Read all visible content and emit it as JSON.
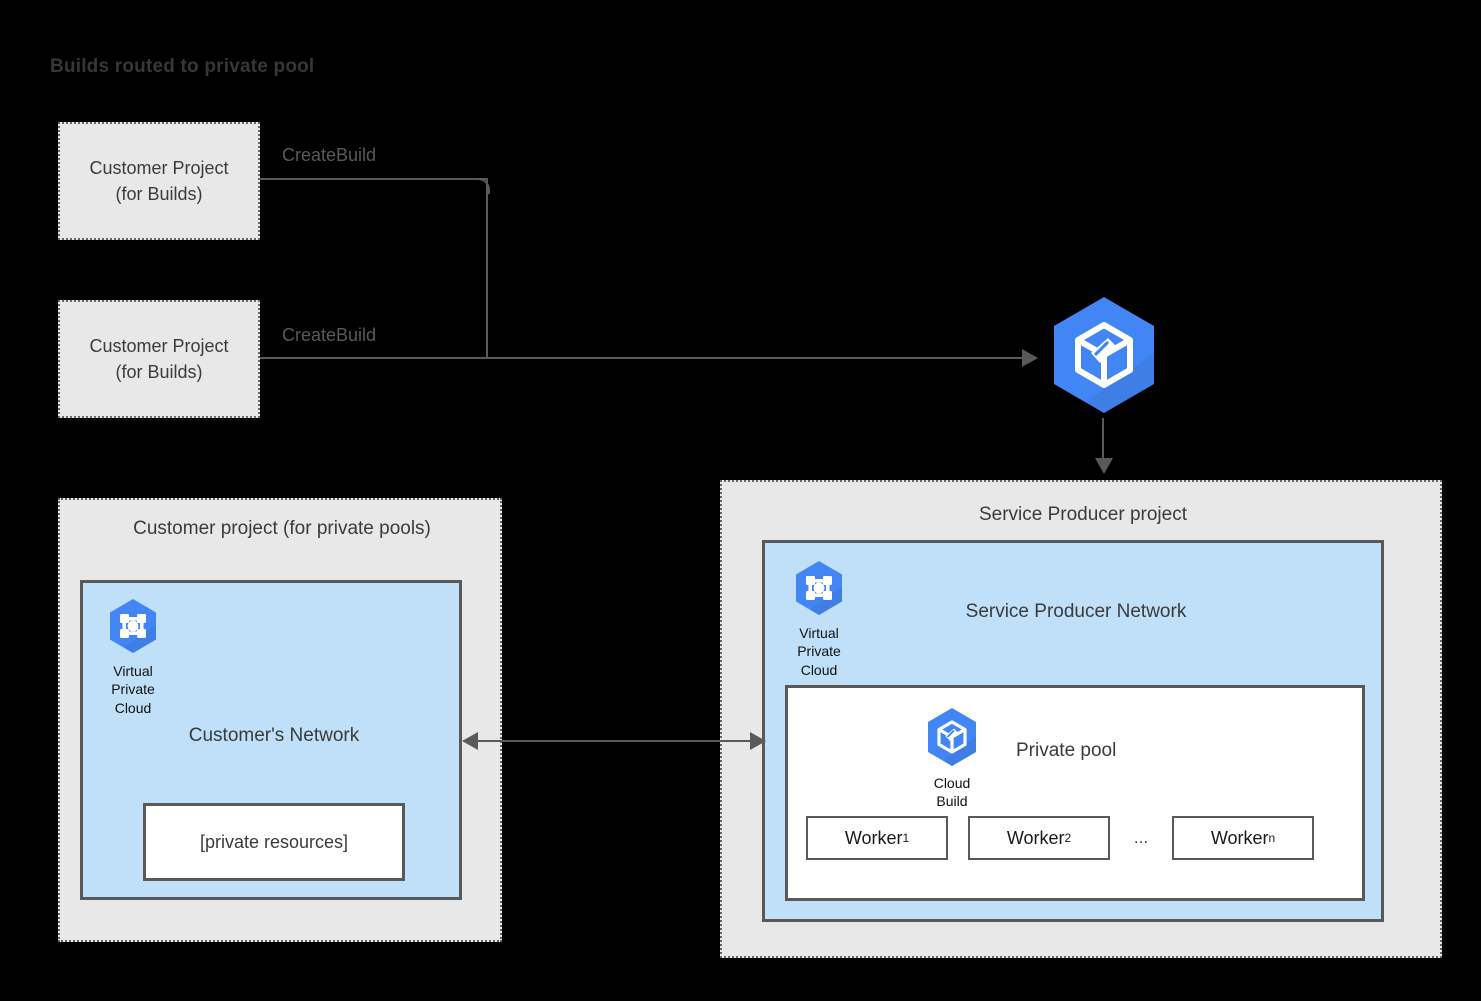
{
  "title": "Builds routed to private pool",
  "colors": {
    "background": "#000000",
    "project_fill": "#e8e8e8",
    "network_fill": "#bfe0f8",
    "border": "#595959",
    "google_blue": "#4285f4",
    "google_blue_shade": "#3c78d8",
    "title_text": "#373737"
  },
  "build_projects": [
    {
      "line1": "Customer Project",
      "line2": "(for Builds)",
      "edge_label": "CreateBuild"
    },
    {
      "line1": "Customer Project",
      "line2": "(for Builds)",
      "edge_label": "CreateBuild"
    }
  ],
  "cloud_build_service": {
    "icon": "cloud-build-icon"
  },
  "customer_project": {
    "title": "Customer project (for private pools)",
    "network_title": "Customer's Network",
    "vpc": {
      "icon": "virtual-private-cloud-icon",
      "line1": "Virtual",
      "line2": "Private",
      "line3": "Cloud"
    },
    "private_resources": "[private resources]"
  },
  "service_producer_project": {
    "title": "Service Producer project",
    "network_title": "Service Producer Network",
    "vpc": {
      "icon": "virtual-private-cloud-icon",
      "line1": "Virtual",
      "line2": "Private",
      "line3": "Cloud"
    },
    "private_pool": {
      "label": "Private pool",
      "cloud_build": {
        "icon": "cloud-build-icon",
        "line1": "Cloud",
        "line2": "Build"
      },
      "workers": [
        {
          "name": "Worker",
          "subscript": "1"
        },
        {
          "name": "Worker",
          "subscript": "2"
        },
        {
          "name": "Worker",
          "subscript": "n"
        }
      ],
      "ellipsis": "..."
    }
  },
  "connections": {
    "network_peering": "bidirectional"
  }
}
